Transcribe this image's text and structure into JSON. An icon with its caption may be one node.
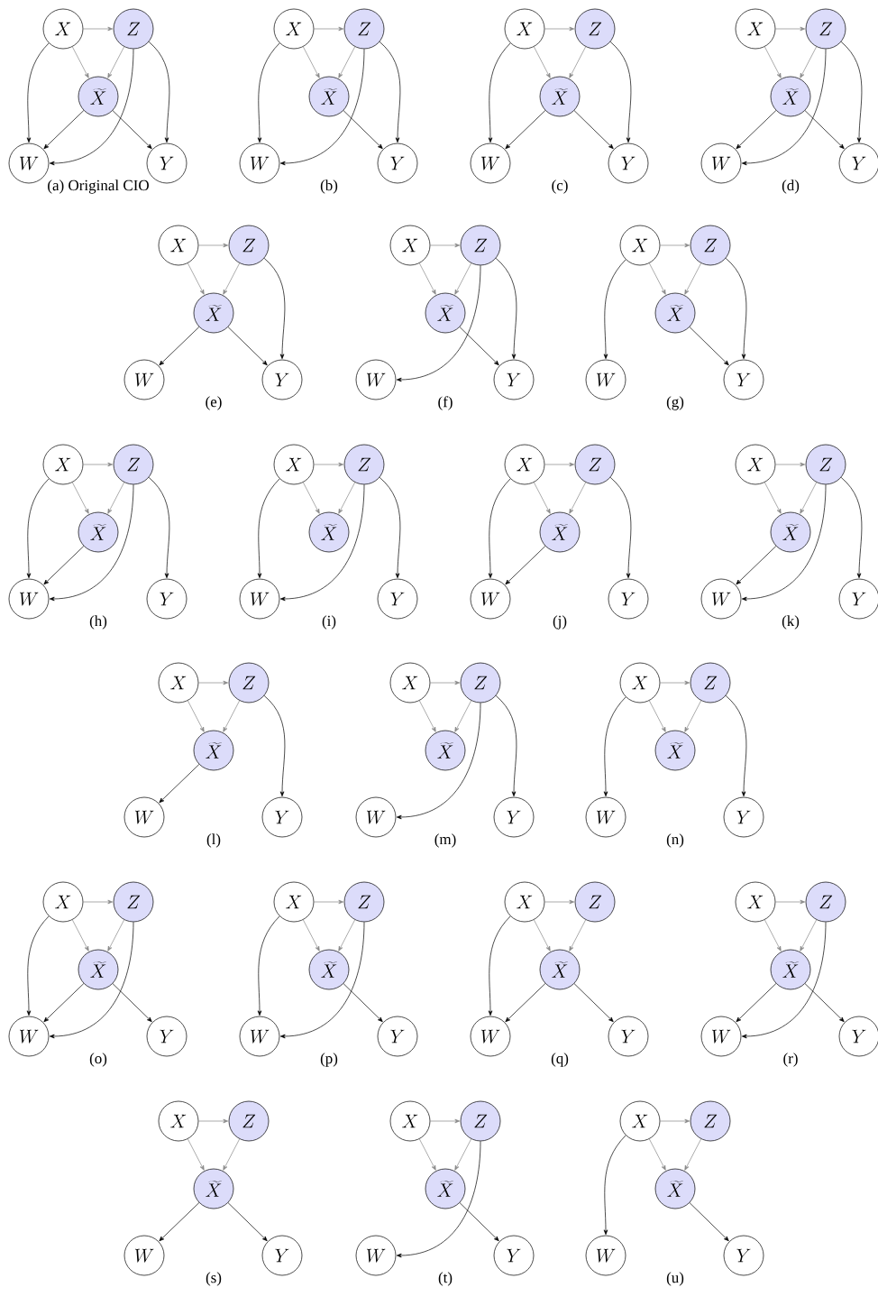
{
  "diagram": {
    "nodes": [
      {
        "text": [
          "X"
        ]
      },
      {
        "text": [
          "Z"
        ]
      },
      {
        "text": [
          "\\widetilde{X}"
        ]
      },
      {
        "text": [
          "W"
        ]
      },
      {
        "text": [
          "Y"
        ]
      },
      {
        "text": [
          "X"
        ]
      },
      {
        "text": [
          "Z"
        ]
      },
      {
        "text": [
          "\\widetilde{X}"
        ]
      },
      {
        "text": [
          "W"
        ]
      },
      {
        "text": [
          "Y"
        ]
      },
      {
        "text": [
          "X"
        ]
      },
      {
        "text": [
          "Z"
        ]
      },
      {
        "text": [
          "\\widetilde{X}"
        ]
      },
      {
        "text": [
          "W"
        ]
      },
      {
        "text": [
          "Y"
        ]
      },
      {
        "text": [
          "X"
        ]
      },
      {
        "text": [
          "Z"
        ]
      },
      {
        "text": [
          "\\widetilde{X}"
        ]
      },
      {
        "text": [
          "W"
        ]
      },
      {
        "text": [
          "Y"
        ]
      },
      {
        "text": [
          "X"
        ]
      },
      {
        "text": [
          "Z"
        ]
      },
      {
        "text": [
          "\\widetilde{X}"
        ]
      },
      {
        "text": [
          "W"
        ]
      },
      {
        "text": [
          "Y"
        ]
      },
      {
        "text": [
          "X"
        ]
      },
      {
        "text": [
          "Z"
        ]
      },
      {
        "text": [
          "\\widetilde{X}"
        ]
      },
      {
        "text": [
          "W"
        ]
      },
      {
        "text": [
          "Y"
        ]
      },
      {
        "text": [
          "X"
        ]
      },
      {
        "text": [
          "Z"
        ]
      },
      {
        "text": [
          "\\widetilde{X}"
        ]
      },
      {
        "text": [
          "W"
        ]
      },
      {
        "text": [
          "Y"
        ]
      },
      {
        "text": [
          "X"
        ]
      },
      {
        "text": [
          "Z"
        ]
      },
      {
        "text": [
          "\\widetilde{X}"
        ]
      },
      {
        "text": [
          "W"
        ]
      },
      {
        "text": [
          "Y"
        ]
      },
      {
        "text": [
          "X"
        ]
      },
      {
        "text": [
          "Z"
        ]
      },
      {
        "text": [
          "\\widetilde{X}"
        ]
      },
      {
        "text": [
          "W"
        ]
      },
      {
        "text": [
          "Y"
        ]
      },
      {
        "text": [
          "X"
        ]
      },
      {
        "text": [
          "Z"
        ]
      },
      {
        "text": [
          "\\widetilde{X}"
        ]
      },
      {
        "text": [
          "W"
        ]
      },
      {
        "text": [
          "Y"
        ]
      },
      {
        "text": [
          "X"
        ]
      },
      {
        "text": [
          "Z"
        ]
      },
      {
        "text": [
          "\\widetilde{X}"
        ]
      },
      {
        "text": [
          "W"
        ]
      },
      {
        "text": [
          "Y"
        ]
      },
      {
        "text": [
          "X"
        ]
      },
      {
        "text": [
          "Z"
        ]
      },
      {
        "text": [
          "\\widetilde{X}"
        ]
      },
      {
        "text": [
          "W"
        ]
      },
      {
        "text": [
          "Y"
        ]
      },
      {
        "text": [
          "X"
        ]
      },
      {
        "text": [
          "Z"
        ]
      },
      {
        "text": [
          "\\widetilde{X}"
        ]
      },
      {
        "text": [
          "W"
        ]
      },
      {
        "text": [
          "Y"
        ]
      },
      {
        "text": [
          "X"
        ]
      },
      {
        "text": [
          "Z"
        ]
      },
      {
        "text": [
          "\\widetilde{X}"
        ]
      },
      {
        "text": [
          "W"
        ]
      },
      {
        "text": [
          "Y"
        ]
      },
      {
        "text": [
          "X"
        ]
      },
      {
        "text": [
          "Z"
        ]
      },
      {
        "text": [
          "\\widetilde{X}"
        ]
      },
      {
        "text": [
          "W"
        ]
      },
      {
        "text": [
          "Y"
        ]
      },
      {
        "text": [
          "X"
        ]
      },
      {
        "text": [
          "Z"
        ]
      },
      {
        "text": [
          "\\widetilde{X}"
        ]
      },
      {
        "text": [
          "W"
        ]
      },
      {
        "text": [
          "Y"
        ]
      },
      {
        "text": [
          "X"
        ]
      },
      {
        "text": [
          "Z"
        ]
      },
      {
        "text": [
          "\\widetilde{X}"
        ]
      },
      {
        "text": [
          "W"
        ]
      },
      {
        "text": [
          "Y"
        ]
      },
      {
        "text": [
          "X"
        ]
      },
      {
        "text": [
          "Z"
        ]
      },
      {
        "text": [
          "\\widetilde{X}"
        ]
      },
      {
        "text": [
          "W"
        ]
      },
      {
        "text": [
          "Y"
        ]
      },
      {
        "text": [
          "X"
        ]
      },
      {
        "text": [
          "Z"
        ]
      },
      {
        "text": [
          "\\widetilde{X}"
        ]
      },
      {
        "text": [
          "W"
        ]
      },
      {
        "text": [
          "Y"
        ]
      },
      {
        "text": [
          "X"
        ]
      },
      {
        "text": [
          "Z"
        ]
      },
      {
        "text": [
          "\\widetilde{X}"
        ]
      },
      {
        "text": [
          "W"
        ]
      },
      {
        "text": [
          "Y"
        ]
      },
      {
        "text": [
          "X"
        ]
      },
      {
        "text": [
          "Z"
        ]
      },
      {
        "text": [
          "\\widetilde{X}"
        ]
      },
      {
        "text": [
          "W"
        ]
      },
      {
        "text": [
          "Y"
        ]
      }
    ],
    "edges": [
      {
        "from": 0,
        "to": 1,
        "arrow": "to",
        "color": "#888888"
      },
      {
        "from": 0,
        "to": 2,
        "arrow": "to",
        "color": "#888888"
      },
      {
        "from": 1,
        "to": 2,
        "arrow": "to",
        "color": "#888888"
      },
      {
        "from": 0,
        "to": 3,
        "arrow": "to"
      },
      {
        "from": 2,
        "to": 3,
        "arrow": "to"
      },
      {
        "from": 1,
        "to": 3,
        "arrow": "to"
      },
      {
        "from": 2,
        "to": 4,
        "arrow": "to"
      },
      {
        "from": 1,
        "to": 4,
        "arrow": "to"
      },
      {
        "from": 5,
        "to": 6,
        "arrow": "to",
        "color": "#888888"
      },
      {
        "from": 5,
        "to": 7,
        "arrow": "to",
        "color": "#888888"
      },
      {
        "from": 6,
        "to": 7,
        "arrow": "to",
        "color": "#888888"
      },
      {
        "from": 5,
        "to": 8,
        "arrow": "to"
      },
      {
        "from": 6,
        "to": 8,
        "arrow": "to"
      },
      {
        "from": 7,
        "to": 9,
        "arrow": "to"
      },
      {
        "from": 6,
        "to": 9,
        "arrow": "to"
      },
      {
        "from": 10,
        "to": 11,
        "arrow": "to",
        "color": "#888888"
      },
      {
        "from": 10,
        "to": 12,
        "arrow": "to",
        "color": "#888888"
      },
      {
        "from": 11,
        "to": 12,
        "arrow": "to",
        "color": "#888888"
      },
      {
        "from": 10,
        "to": 13,
        "arrow": "to"
      },
      {
        "from": 12,
        "to": 13,
        "arrow": "to"
      },
      {
        "from": 12,
        "to": 14,
        "arrow": "to"
      },
      {
        "from": 11,
        "to": 14,
        "arrow": "to"
      },
      {
        "from": 15,
        "to": 16,
        "arrow": "to",
        "color": "#888888"
      },
      {
        "from": 15,
        "to": 17,
        "arrow": "to",
        "color": "#888888"
      },
      {
        "from": 16,
        "to": 17,
        "arrow": "to",
        "color": "#888888"
      },
      {
        "from": 17,
        "to": 18,
        "arrow": "to"
      },
      {
        "from": 16,
        "to": 18,
        "arrow": "to"
      },
      {
        "from": 17,
        "to": 19,
        "arrow": "to"
      },
      {
        "from": 16,
        "to": 19,
        "arrow": "to"
      },
      {
        "from": 20,
        "to": 21,
        "arrow": "to",
        "color": "#888888"
      },
      {
        "from": 20,
        "to": 22,
        "arrow": "to",
        "color": "#888888"
      },
      {
        "from": 21,
        "to": 22,
        "arrow": "to",
        "color": "#888888"
      },
      {
        "from": 22,
        "to": 23,
        "arrow": "to"
      },
      {
        "from": 22,
        "to": 24,
        "arrow": "to"
      },
      {
        "from": 21,
        "to": 24,
        "arrow": "to"
      },
      {
        "from": 25,
        "to": 26,
        "arrow": "to",
        "color": "#888888"
      },
      {
        "from": 25,
        "to": 27,
        "arrow": "to",
        "color": "#888888"
      },
      {
        "from": 26,
        "to": 27,
        "arrow": "to",
        "color": "#888888"
      },
      {
        "from": 26,
        "to": 28,
        "arrow": "to"
      },
      {
        "from": 27,
        "to": 29,
        "arrow": "to"
      },
      {
        "from": 26,
        "to": 29,
        "arrow": "to"
      },
      {
        "from": 30,
        "to": 31,
        "arrow": "to",
        "color": "#888888"
      },
      {
        "from": 30,
        "to": 32,
        "arrow": "to",
        "color": "#888888"
      },
      {
        "from": 31,
        "to": 32,
        "arrow": "to",
        "color": "#888888"
      },
      {
        "from": 30,
        "to": 33,
        "arrow": "to"
      },
      {
        "from": 32,
        "to": 34,
        "arrow": "to"
      },
      {
        "from": 31,
        "to": 34,
        "arrow": "to"
      },
      {
        "from": 35,
        "to": 36,
        "arrow": "to",
        "color": "#888888"
      },
      {
        "from": 35,
        "to": 37,
        "arrow": "to",
        "color": "#888888"
      },
      {
        "from": 36,
        "to": 37,
        "arrow": "to",
        "color": "#888888"
      },
      {
        "from": 35,
        "to": 38,
        "arrow": "to"
      },
      {
        "from": 37,
        "to": 38,
        "arrow": "to"
      },
      {
        "from": 36,
        "to": 38,
        "arrow": "to"
      },
      {
        "from": 36,
        "to": 39,
        "arrow": "to"
      },
      {
        "from": 40,
        "to": 41,
        "arrow": "to",
        "color": "#888888"
      },
      {
        "from": 40,
        "to": 42,
        "arrow": "to",
        "color": "#888888"
      },
      {
        "from": 41,
        "to": 42,
        "arrow": "to",
        "color": "#888888"
      },
      {
        "from": 40,
        "to": 43,
        "arrow": "to"
      },
      {
        "from": 41,
        "to": 43,
        "arrow": "to"
      },
      {
        "from": 41,
        "to": 44,
        "arrow": "to"
      },
      {
        "from": 45,
        "to": 46,
        "arrow": "to",
        "color": "#888888"
      },
      {
        "from": 45,
        "to": 47,
        "arrow": "to",
        "color": "#888888"
      },
      {
        "from": 46,
        "to": 47,
        "arrow": "to",
        "color": "#888888"
      },
      {
        "from": 45,
        "to": 48,
        "arrow": "to"
      },
      {
        "from": 47,
        "to": 48,
        "arrow": "to"
      },
      {
        "from": 46,
        "to": 49,
        "arrow": "to"
      },
      {
        "from": 50,
        "to": 51,
        "arrow": "to",
        "color": "#888888"
      },
      {
        "from": 50,
        "to": 52,
        "arrow": "to",
        "color": "#888888"
      },
      {
        "from": 51,
        "to": 52,
        "arrow": "to",
        "color": "#888888"
      },
      {
        "from": 52,
        "to": 53,
        "arrow": "to"
      },
      {
        "from": 51,
        "to": 53,
        "arrow": "to"
      },
      {
        "from": 51,
        "to": 54,
        "arrow": "to"
      },
      {
        "from": 55,
        "to": 56,
        "arrow": "to",
        "color": "#888888"
      },
      {
        "from": 55,
        "to": 57,
        "arrow": "to",
        "color": "#888888"
      },
      {
        "from": 56,
        "to": 57,
        "arrow": "to",
        "color": "#888888"
      },
      {
        "from": 57,
        "to": 58,
        "arrow": "to"
      },
      {
        "from": 56,
        "to": 59,
        "arrow": "to"
      },
      {
        "from": 60,
        "to": 61,
        "arrow": "to",
        "color": "#888888"
      },
      {
        "from": 60,
        "to": 62,
        "arrow": "to",
        "color": "#888888"
      },
      {
        "from": 61,
        "to": 62,
        "arrow": "to",
        "color": "#888888"
      },
      {
        "from": 61,
        "to": 63,
        "arrow": "to"
      },
      {
        "from": 61,
        "to": 64,
        "arrow": "to"
      },
      {
        "from": 65,
        "to": 66,
        "arrow": "to",
        "color": "#888888"
      },
      {
        "from": 65,
        "to": 67,
        "arrow": "to",
        "color": "#888888"
      },
      {
        "from": 66,
        "to": 67,
        "arrow": "to",
        "color": "#888888"
      },
      {
        "from": 65,
        "to": 68,
        "arrow": "to"
      },
      {
        "from": 66,
        "to": 69,
        "arrow": "to"
      },
      {
        "from": 70,
        "to": 71,
        "arrow": "to",
        "color": "#888888"
      },
      {
        "from": 70,
        "to": 72,
        "arrow": "to",
        "color": "#888888"
      },
      {
        "from": 71,
        "to": 72,
        "arrow": "to",
        "color": "#888888"
      },
      {
        "from": 70,
        "to": 73,
        "arrow": "to"
      },
      {
        "from": 72,
        "to": 73,
        "arrow": "to"
      },
      {
        "from": 71,
        "to": 73,
        "arrow": "to"
      },
      {
        "from": 72,
        "to": 74,
        "arrow": "to"
      },
      {
        "from": 75,
        "to": 76,
        "arrow": "to",
        "color": "#888888"
      },
      {
        "from": 75,
        "to": 77,
        "arrow": "to",
        "color": "#888888"
      },
      {
        "from": 76,
        "to": 77,
        "arrow": "to",
        "color": "#888888"
      },
      {
        "from": 75,
        "to": 78,
        "arrow": "to"
      },
      {
        "from": 76,
        "to": 78,
        "arrow": "to"
      },
      {
        "from": 77,
        "to": 79,
        "arrow": "to"
      },
      {
        "from": 80,
        "to": 81,
        "arrow": "to",
        "color": "#888888"
      },
      {
        "from": 80,
        "to": 82,
        "arrow": "to",
        "color": "#888888"
      },
      {
        "from": 81,
        "to": 82,
        "arrow": "to",
        "color": "#888888"
      },
      {
        "from": 80,
        "to": 83,
        "arrow": "to"
      },
      {
        "from": 82,
        "to": 83,
        "arrow": "to"
      },
      {
        "from": 82,
        "to": 84,
        "arrow": "to"
      },
      {
        "from": 85,
        "to": 86,
        "arrow": "to",
        "color": "#888888"
      },
      {
        "from": 85,
        "to": 87,
        "arrow": "to",
        "color": "#888888"
      },
      {
        "from": 86,
        "to": 87,
        "arrow": "to",
        "color": "#888888"
      },
      {
        "from": 87,
        "to": 88,
        "arrow": "to"
      },
      {
        "from": 86,
        "to": 88,
        "arrow": "to"
      },
      {
        "from": 87,
        "to": 89,
        "arrow": "to"
      },
      {
        "from": 90,
        "to": 91,
        "arrow": "to",
        "color": "#888888"
      },
      {
        "from": 90,
        "to": 92,
        "arrow": "to",
        "color": "#888888"
      },
      {
        "from": 91,
        "to": 92,
        "arrow": "to",
        "color": "#888888"
      },
      {
        "from": 92,
        "to": 93,
        "arrow": "to"
      },
      {
        "from": 92,
        "to": 94,
        "arrow": "to"
      },
      {
        "from": 95,
        "to": 96,
        "arrow": "to",
        "color": "#888888"
      },
      {
        "from": 95,
        "to": 97,
        "arrow": "to",
        "color": "#888888"
      },
      {
        "from": 96,
        "to": 97,
        "arrow": "to",
        "color": "#888888"
      },
      {
        "from": 96,
        "to": 98,
        "arrow": "to"
      },
      {
        "from": 97,
        "to": 99,
        "arrow": "to"
      },
      {
        "from": 100,
        "to": 101,
        "arrow": "to",
        "color": "#888888"
      },
      {
        "from": 100,
        "to": 102,
        "arrow": "to",
        "color": "#888888"
      },
      {
        "from": 101,
        "to": 102,
        "arrow": "to",
        "color": "#888888"
      },
      {
        "from": 100,
        "to": 103,
        "arrow": "to"
      },
      {
        "from": 102,
        "to": 104,
        "arrow": "to"
      }
    ],
    "labels": [
      "(a) Original CIO",
      "(b)",
      "(c)",
      "(d)",
      "(e)",
      "(f)",
      "(g)",
      "(h)",
      "(i)",
      "(j)",
      "(k)",
      "(l)",
      "(m)",
      "(n)",
      "(o)",
      "(p)",
      "(q)",
      "(r)",
      "(s)",
      "(t)",
      "(u)"
    ]
  }
}
